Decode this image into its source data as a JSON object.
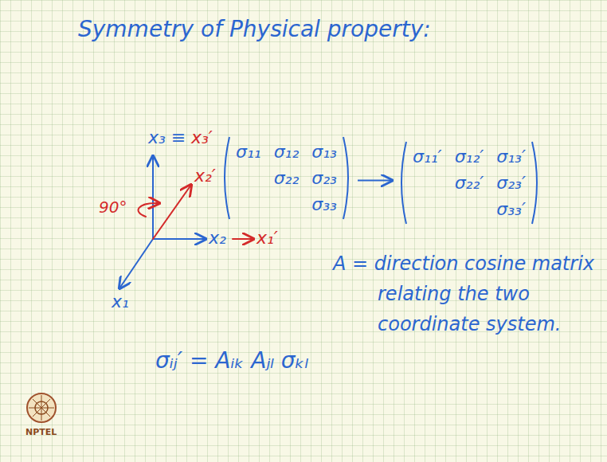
{
  "diagram": {
    "title": "Symmetry of Physical property:",
    "nodes": [
      {
        "text": [
          "σ₁₁",
          "σ₁₂",
          "σ₁₃",
          "σ₂₂",
          "σ₂₃",
          "σ₃₃"
        ]
      },
      {
        "text": [
          "σ₁₁′",
          "σ₁₂′",
          "σ₁₃′",
          "σ₂₂′",
          "σ₂₃′",
          "σ₃₃′"
        ]
      }
    ],
    "edges": [
      {
        "from": 0,
        "to": 1,
        "arrow": "to"
      }
    ],
    "labels": [
      "x₃ ≡",
      "x₃′",
      "90°",
      "x₂′",
      "x₂",
      "x₁′",
      "x₁",
      "A = direction cosine matrix relating the two coordinate system.",
      "σᵢⱼ′ = Aᵢₖ Aⱼₗ σₖₗ",
      "NPTEL"
    ]
  }
}
